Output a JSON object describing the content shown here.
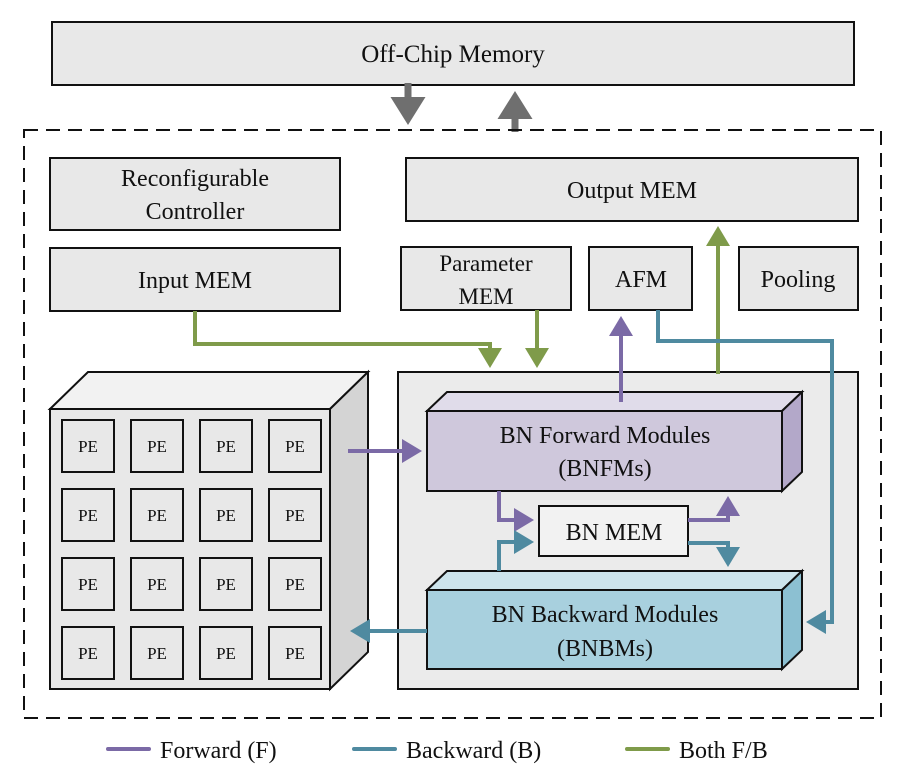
{
  "offchip": {
    "label": "Off-Chip Memory"
  },
  "blocks": {
    "controller": [
      "Reconfigurable",
      "Controller"
    ],
    "output_mem": "Output MEM",
    "input_mem": "Input MEM",
    "param_mem": [
      "Parameter",
      "MEM"
    ],
    "afm": "AFM",
    "pooling": "Pooling",
    "bnfm": [
      "BN Forward Modules",
      "(BNFMs)"
    ],
    "bn_mem": "BN MEM",
    "bnbm": [
      "BN Backward Modules",
      "(BNBMs)"
    ],
    "pe_label": "PE"
  },
  "pe_grid": {
    "rows": 4,
    "cols": 4
  },
  "legend": [
    {
      "label": "Forward (F)",
      "color": "#7b6aa6"
    },
    {
      "label": "Backward (B)",
      "color": "#4f8aa0"
    },
    {
      "label": "Both F/B",
      "color": "#7f9b4a"
    }
  ],
  "colors": {
    "forward": "#7b6aa6",
    "backward": "#4f8aa0",
    "both": "#7f9b4a",
    "offchip_arrow": "#6f6f6f",
    "box_fill": "#e8e8e8",
    "bnfm_fill": "#cfc8dc",
    "bnbm_fill": "#a8d0de"
  }
}
